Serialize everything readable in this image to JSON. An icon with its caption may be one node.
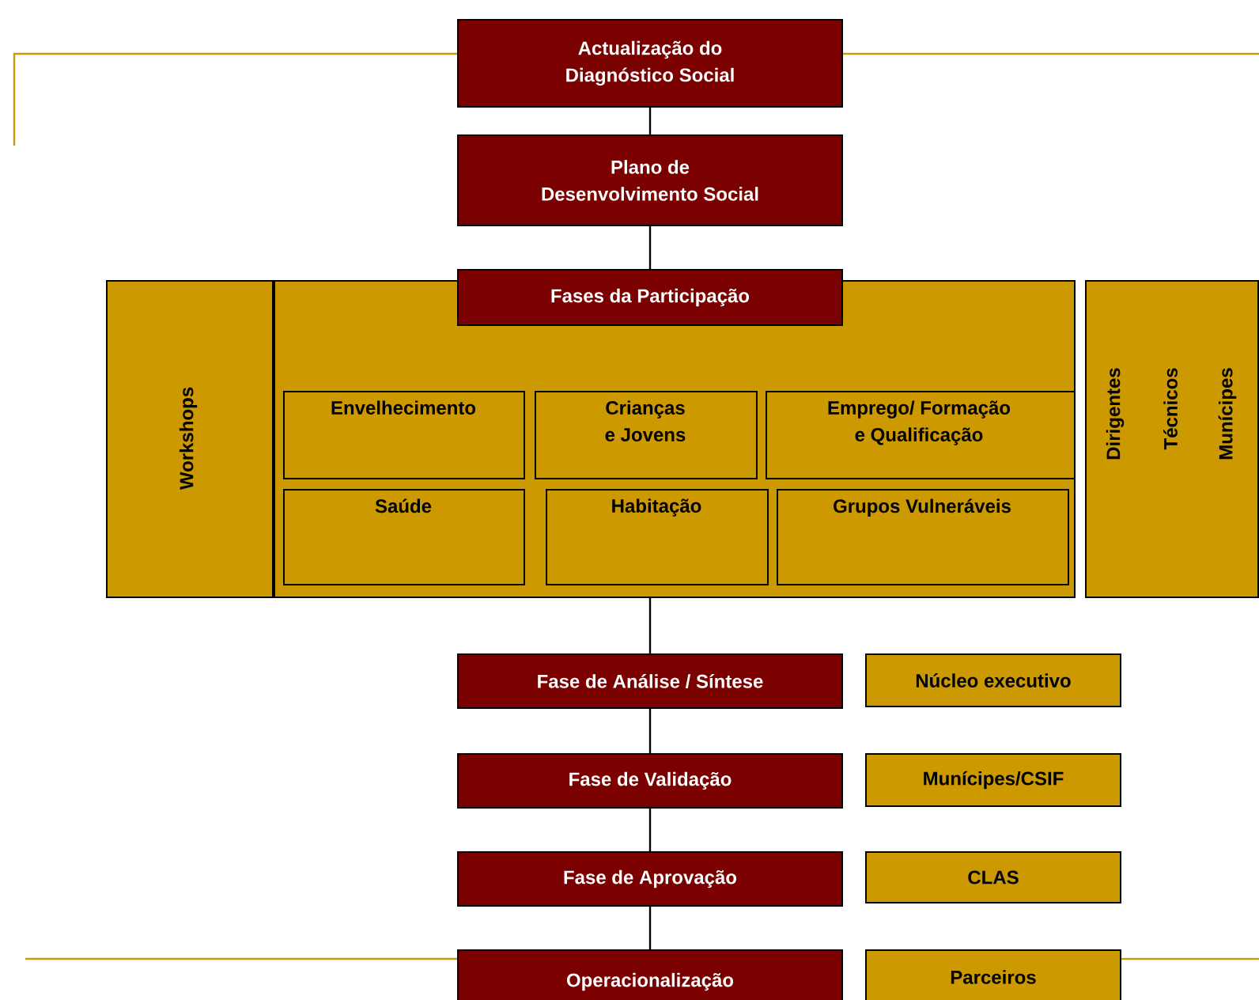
{
  "diagram": {
    "nodes": [
      {
        "text": [
          "Actualização do Diagnóstico Social"
        ]
      },
      {
        "text": [
          "Plano de Desenvolvimento Social"
        ]
      },
      {
        "text": [],
        "shape": "box"
      },
      {
        "text": [
          "Fases da Participação"
        ]
      },
      {
        "text": [
          "Workshops"
        ]
      },
      {
        "text": [
          "Dirigentes",
          "Técnicos",
          "Munícipes"
        ]
      },
      {
        "text": [
          "Envelhecimento"
        ],
        "in": 2
      },
      {
        "text": [
          "Crianças e Jovens"
        ],
        "in": 2
      },
      {
        "text": [
          "Emprego/ Formação e Qualificação"
        ],
        "in": 2
      },
      {
        "text": [
          "Saúde"
        ],
        "in": 2
      },
      {
        "text": [
          "Habitação"
        ],
        "in": 2
      },
      {
        "text": [
          "Grupos Vulneráveis"
        ],
        "in": 2
      },
      {
        "text": [
          "Fase de Análise / Síntese"
        ]
      },
      {
        "text": [
          "Núcleo executivo"
        ]
      },
      {
        "text": [
          "Fase de Validação"
        ]
      },
      {
        "text": [
          "Munícipes/CSIF"
        ]
      },
      {
        "text": [
          "Fase de Aprovação"
        ]
      },
      {
        "text": [
          "CLAS"
        ]
      },
      {
        "text": [
          "Operacionalização"
        ]
      },
      {
        "text": [
          "Parceiros"
        ]
      }
    ],
    "edges": [
      {
        "from": 0,
        "to": 1,
        "arrow": "none"
      },
      {
        "from": 1,
        "to": 3,
        "arrow": "none"
      },
      {
        "from": 2,
        "to": 12,
        "arrow": "none"
      },
      {
        "from": 12,
        "to": 14,
        "arrow": "none"
      },
      {
        "from": 14,
        "to": 16,
        "arrow": "none"
      },
      {
        "from": 16,
        "to": 18,
        "arrow": "none"
      }
    ]
  }
}
